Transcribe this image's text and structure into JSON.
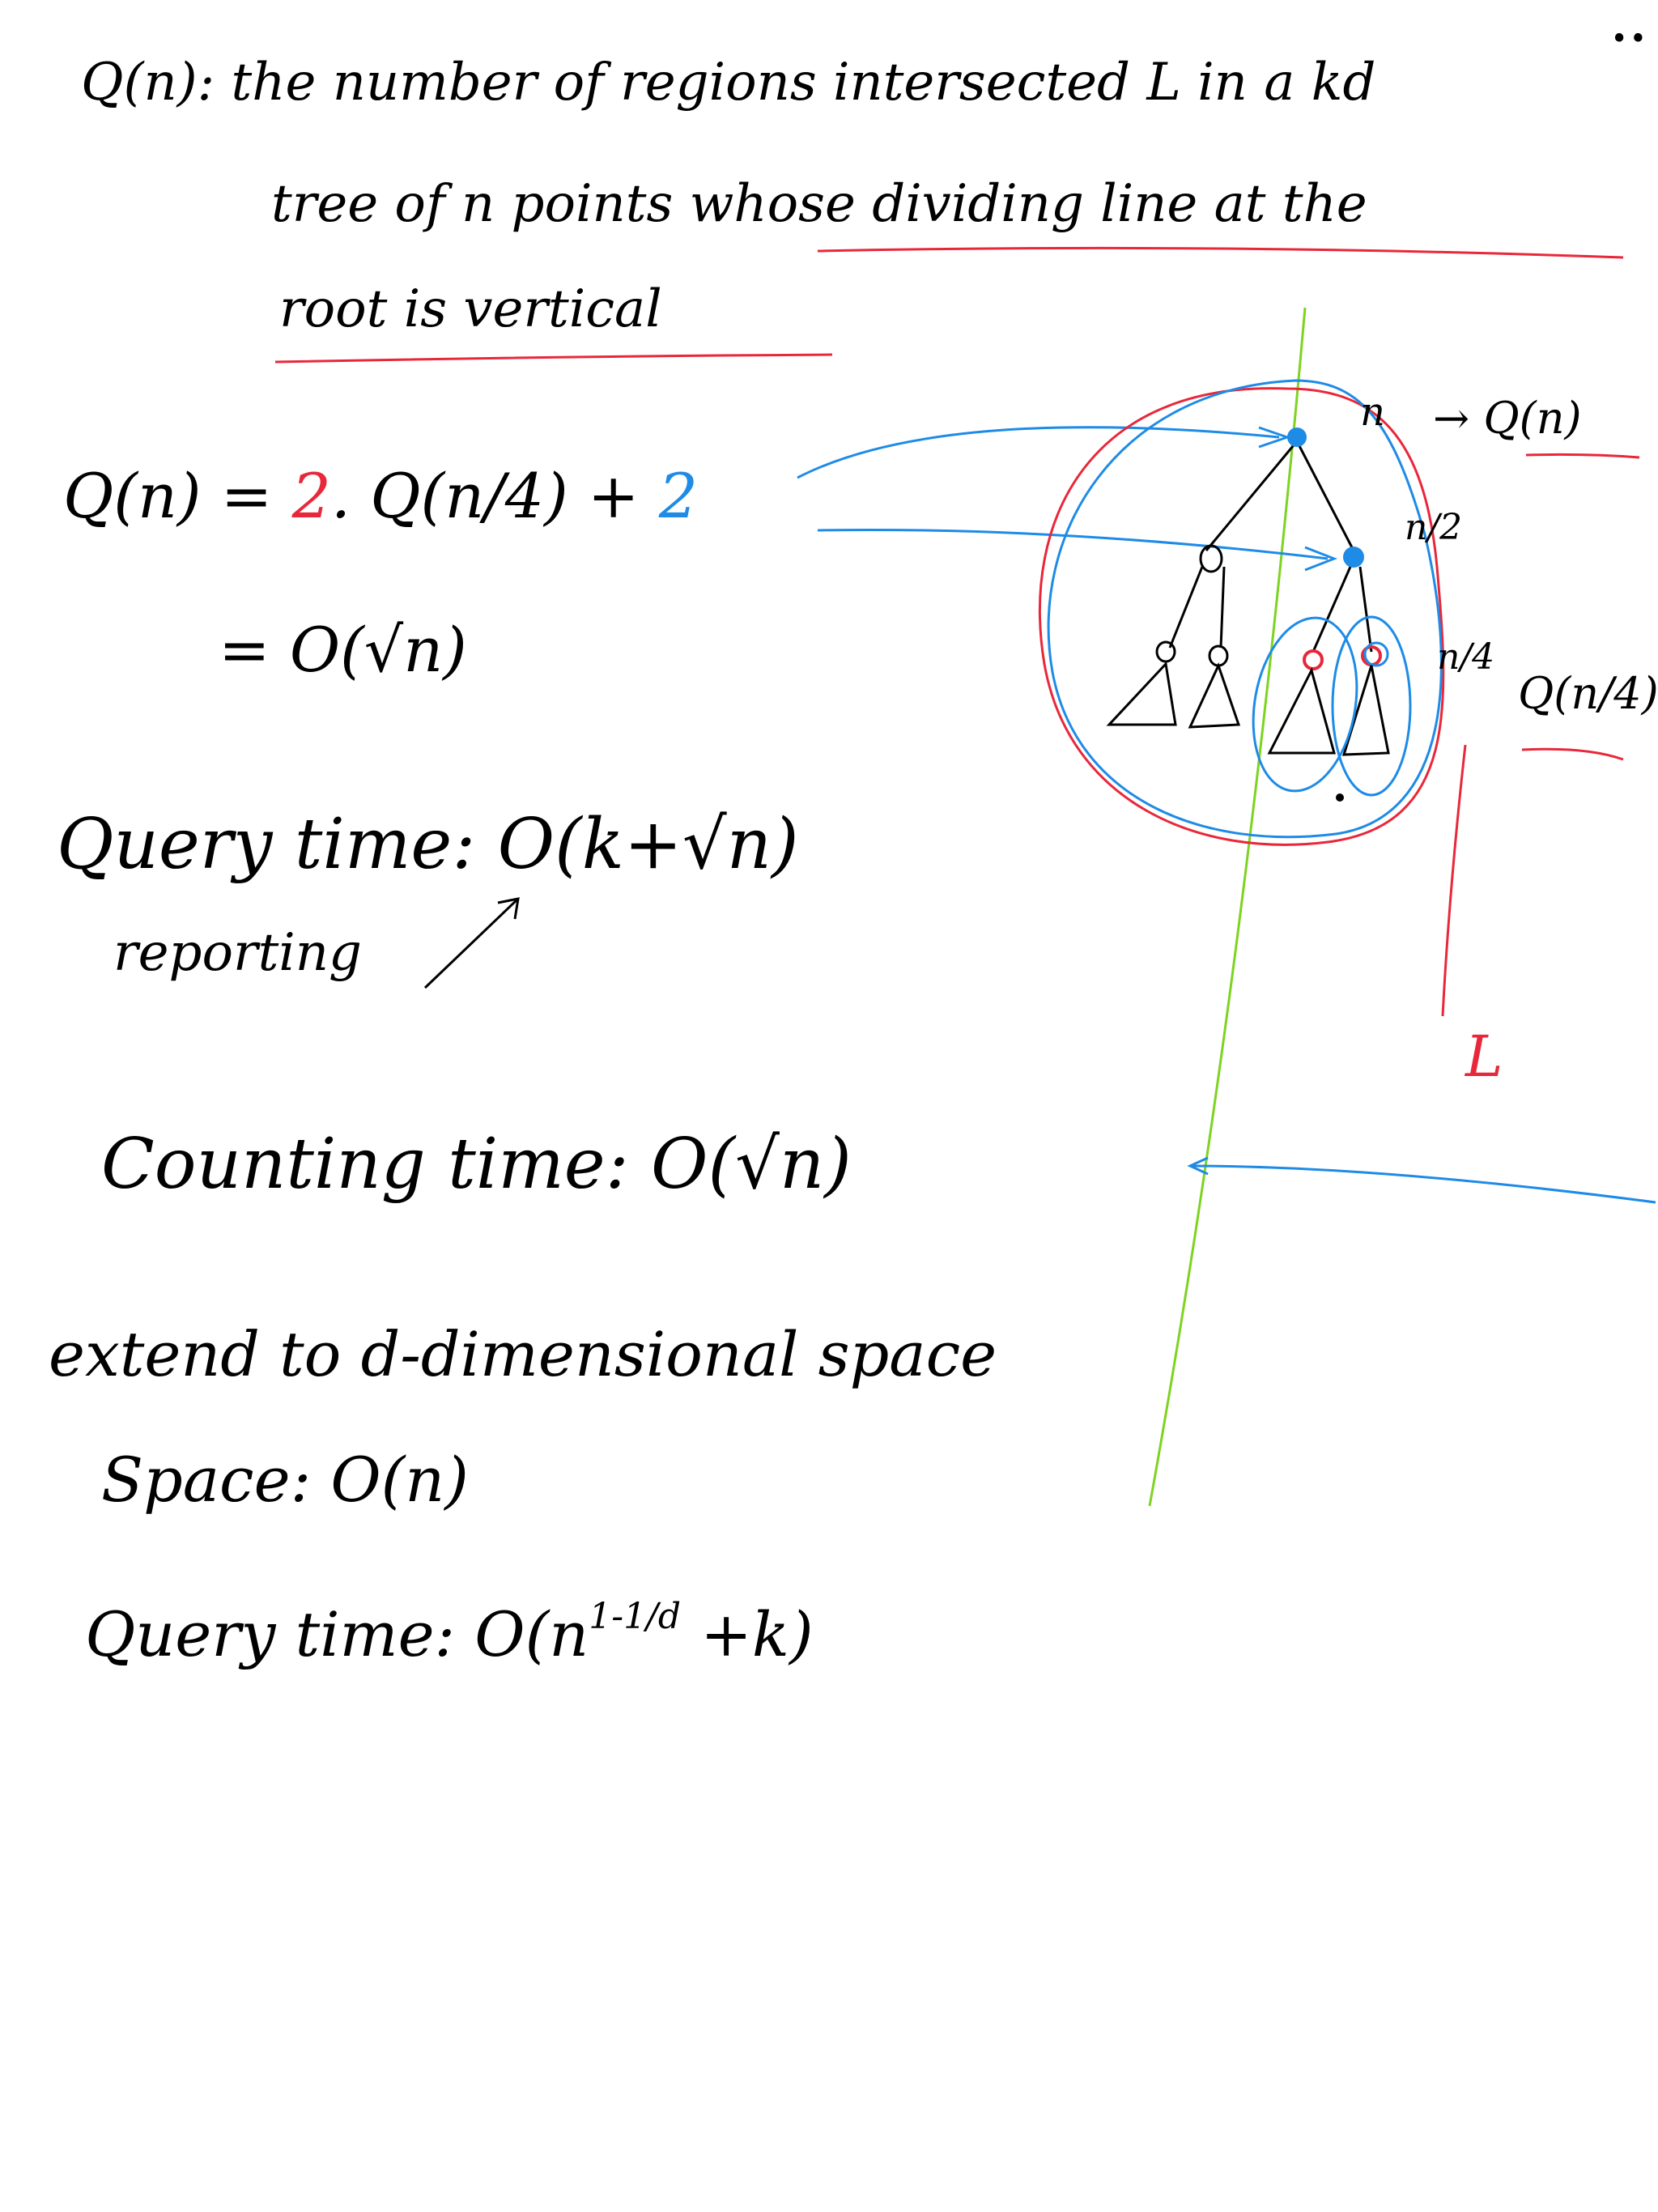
{
  "definition": {
    "line1": "Q(n): the number of regions intersected L in a kd",
    "line2": "tree of n points whose dividing line at the",
    "line3": "root is vertical"
  },
  "recurrence": {
    "lhs": "Q(n) = ",
    "coef": "2",
    "mid": ". Q(n/4) + ",
    "const": "2",
    "result": "= O(√n)"
  },
  "query_time": {
    "label": "Query time: O(k+√n)",
    "note": "reporting"
  },
  "counting_time": "Counting time: O(√n)",
  "extend": "extend to d-dimensional space",
  "space": "Space: O(n)",
  "query_time_d": {
    "prefix": "Query time: O(n",
    "exponent": "1-1/d",
    "suffix": " +k)"
  },
  "diagram": {
    "root_label": "n",
    "root_rhs": "→ Q(n)",
    "half_label": "n/2",
    "quarter_label": "n/4",
    "quarter_rhs": "Q(n/4)",
    "line_label": "L"
  },
  "colors": {
    "ink": "#000000",
    "red": "#e8283a",
    "blue": "#1e8be6",
    "green": "#7ed321"
  }
}
